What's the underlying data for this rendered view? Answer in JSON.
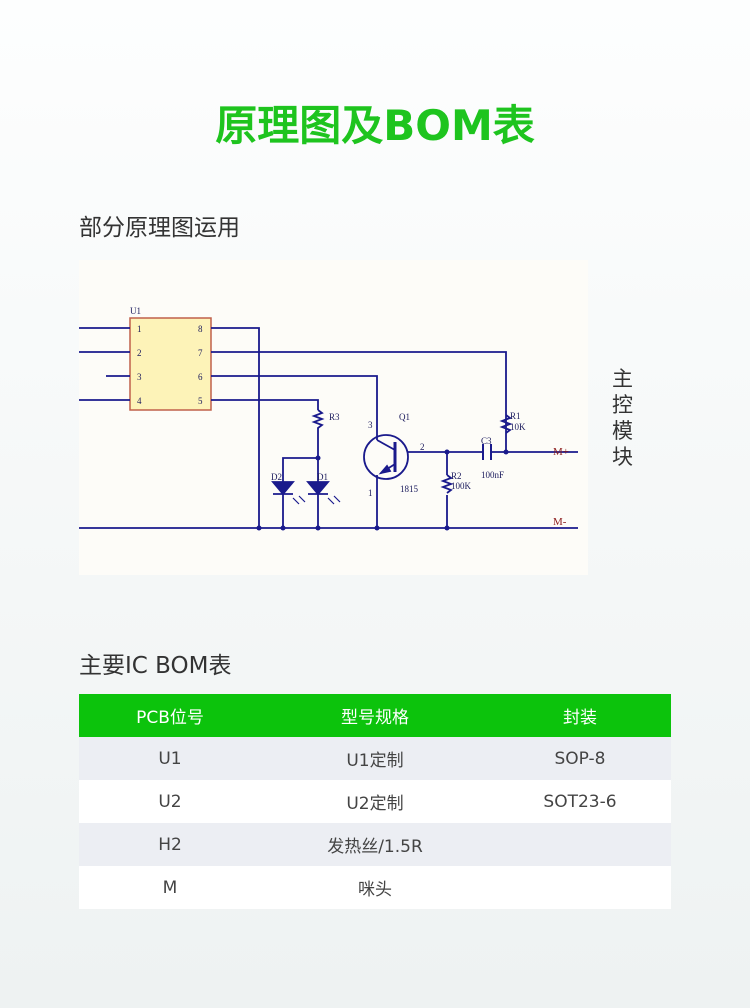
{
  "title": "原理图及BOM表",
  "schematic_section": {
    "heading": "部分原理图运用",
    "side_label": "主控模块",
    "labels": {
      "u1": "U1",
      "pins": [
        "1",
        "2",
        "3",
        "4",
        "8",
        "7",
        "6",
        "5"
      ],
      "r3": "R3",
      "d2": "D2",
      "d1": "D1",
      "q1": "Q1",
      "q1_model": "1815",
      "q1_pin3": "3",
      "q1_pin1": "1",
      "q1_pin2": "2",
      "r2": "R2",
      "r2_val": "100K",
      "c3": "C3",
      "c3_val": "100nF",
      "r1": "R1",
      "r1_val": "10K",
      "m_plus": "M+",
      "m_minus": "M-"
    }
  },
  "bom_section": {
    "heading": "主要IC BOM表",
    "columns": [
      "PCB位号",
      "型号规格",
      "封装"
    ],
    "rows": [
      [
        "U1",
        "U1定制",
        "SOP-8"
      ],
      [
        "U2",
        "U2定制",
        "SOT23-6"
      ],
      [
        "H2",
        "发热丝/1.5R",
        ""
      ],
      [
        "M",
        "咪头",
        ""
      ]
    ]
  },
  "colors": {
    "accent": "#1ec41e",
    "header": "#0cc30c",
    "wire": "#1a1a8c"
  }
}
